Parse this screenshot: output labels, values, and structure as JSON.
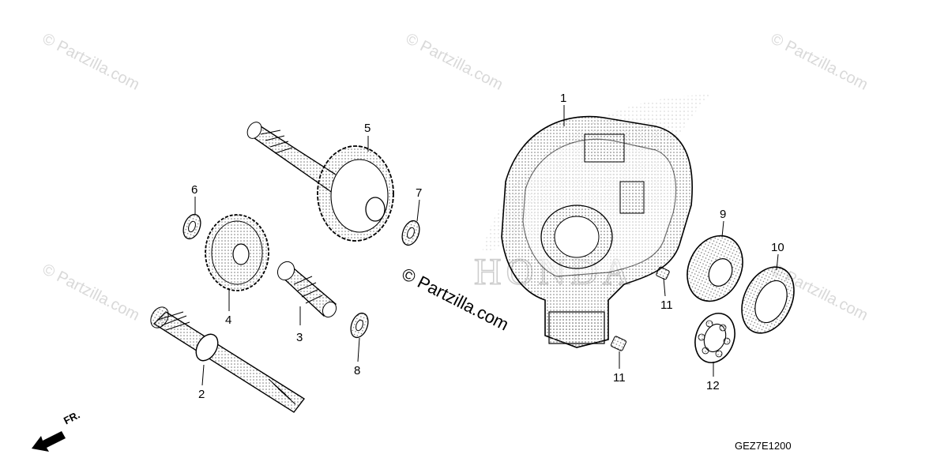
{
  "watermarks": [
    "© Partzilla.com",
    "© Partzilla.com",
    "© Partzilla.com",
    "© Partzilla.com",
    "© Partzilla.com",
    "© Partzilla.com"
  ],
  "center_watermark": "© Partzilla.com",
  "diagram_code": "GEZ7E1200",
  "front_indicator": "FR.",
  "callouts": [
    "1",
    "2",
    "3",
    "4",
    "5",
    "6",
    "7",
    "8",
    "9",
    "10",
    "11",
    "11",
    "12"
  ],
  "background_logo": "HONDA"
}
